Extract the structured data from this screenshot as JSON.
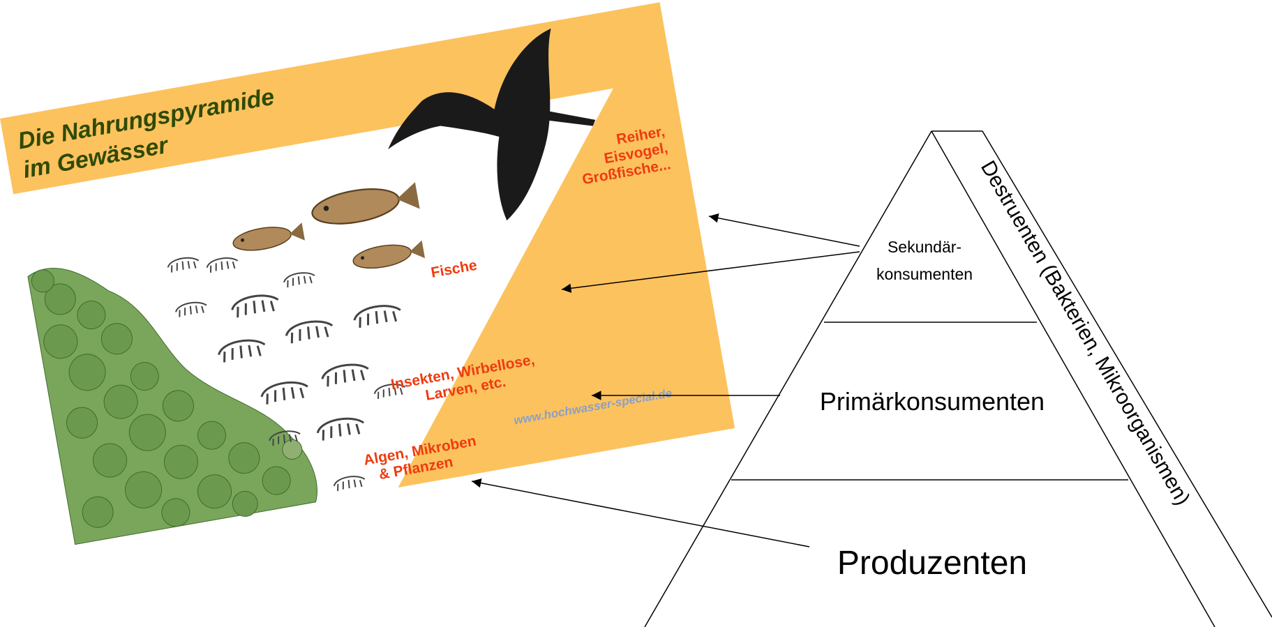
{
  "card": {
    "title_line1": "Die Nahrungspyramide",
    "title_line2": "im Gewässer",
    "label_top_1": "Reiher,",
    "label_top_2": "Eisvogel,",
    "label_top_3": "Großfische...",
    "label_fish": "Fische",
    "label_insects_1": "Insekten, Wirbellose,",
    "label_insects_2": "Larven, etc.",
    "label_algae_1": "Algen, Mikroben",
    "label_algae_2": "& Pflanzen",
    "url": "www.hochwasser-special.de"
  },
  "pyramid": {
    "secondary_1": "Sekundär-",
    "secondary_2": "konsumenten",
    "primary": "Primärkonsumenten",
    "producers": "Produzenten",
    "decomposers": "Destruenten (Bakterien, Mikroorganismen)"
  },
  "colors": {
    "card_orange": "#fcc25e",
    "label_red": "#ee3b10",
    "title_green": "#2f4a05",
    "url_blue": "#8aa0c8",
    "plant_green": "#6b9a4e"
  }
}
